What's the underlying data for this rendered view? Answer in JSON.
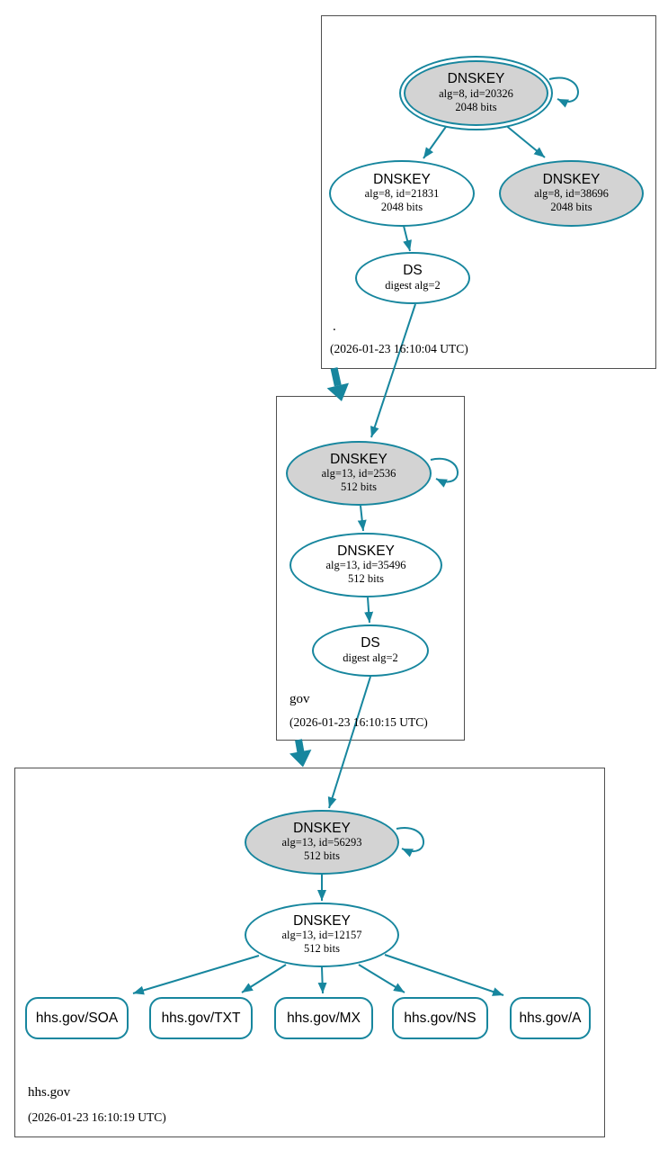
{
  "diagram": {
    "kind": "dnssec-authentication-chain",
    "colors": {
      "secure_stroke": "#17869e",
      "ksk_fill": "#d3d3d3",
      "node_fill": "#ffffff",
      "zone_border": "#4f4f4f",
      "text": "#000000"
    }
  },
  "zones": {
    "root": {
      "label": ".",
      "timestamp": "(2026-01-23 16:10:04 UTC)"
    },
    "gov": {
      "label": "gov",
      "timestamp": "(2026-01-23 16:10:15 UTC)"
    },
    "hhs": {
      "label": "hhs.gov",
      "timestamp": "(2026-01-23 16:10:19 UTC)"
    }
  },
  "nodes": {
    "root_ksk": {
      "title": "DNSKEY",
      "detail": "alg=8, id=20326",
      "size": "2048 bits"
    },
    "root_zsk": {
      "title": "DNSKEY",
      "detail": "alg=8, id=21831",
      "size": "2048 bits"
    },
    "root_key2": {
      "title": "DNSKEY",
      "detail": "alg=8, id=38696",
      "size": "2048 bits"
    },
    "root_ds": {
      "title": "DS",
      "detail": "digest alg=2"
    },
    "gov_ksk": {
      "title": "DNSKEY",
      "detail": "alg=13, id=2536",
      "size": "512 bits"
    },
    "gov_zsk": {
      "title": "DNSKEY",
      "detail": "alg=13, id=35496",
      "size": "512 bits"
    },
    "gov_ds": {
      "title": "DS",
      "detail": "digest alg=2"
    },
    "hhs_ksk": {
      "title": "DNSKEY",
      "detail": "alg=13, id=56293",
      "size": "512 bits"
    },
    "hhs_zsk": {
      "title": "DNSKEY",
      "detail": "alg=13, id=12157",
      "size": "512 bits"
    },
    "rrsets": [
      {
        "label": "hhs.gov/SOA"
      },
      {
        "label": "hhs.gov/TXT"
      },
      {
        "label": "hhs.gov/MX"
      },
      {
        "label": "hhs.gov/NS"
      },
      {
        "label": "hhs.gov/A"
      }
    ]
  }
}
